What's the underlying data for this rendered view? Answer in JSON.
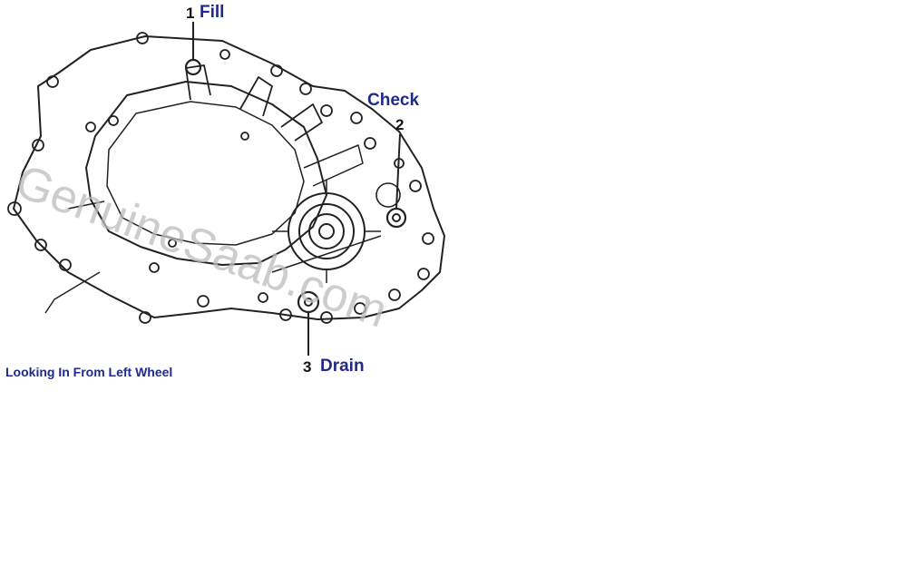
{
  "labels": {
    "fill_number": "1",
    "fill_word": "Fill",
    "check_word": "Check",
    "check_number": "2",
    "drain_number": "3",
    "drain_word": "Drain"
  },
  "caption": "Looking In From Left Wheel",
  "watermark": "GenuineSaab.com",
  "colors": {
    "label_text": "#1f2a8c",
    "number_text": "#111111",
    "line_art": "#222222",
    "watermark": "#bdbdbd",
    "background": "#ffffff"
  }
}
